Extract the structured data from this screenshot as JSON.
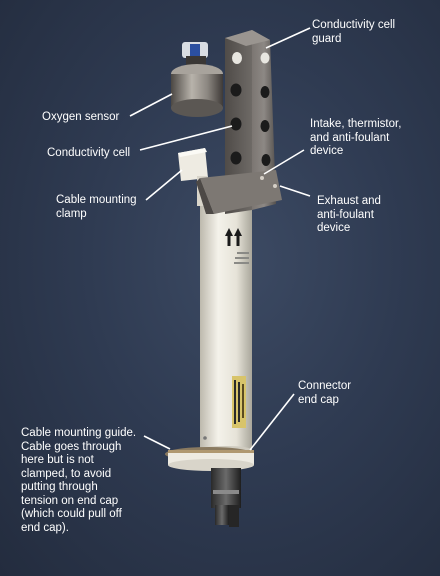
{
  "labels": {
    "conductivity_cell_guard": "Conductivity cell\nguard",
    "oxygen_sensor": "Oxygen sensor",
    "intake_thermistor": "Intake, thermistor,\nand anti-foulant\ndevice",
    "conductivity_cell": "Conductivity cell",
    "cable_mounting_clamp": "Cable mounting\nclamp",
    "exhaust": "Exhaust and\nanti-foulant\ndevice",
    "connector_end_cap": "Connector\nend cap",
    "cable_mounting_guide": "Cable mounting guide.\nCable goes through\nhere but is not\nclamped, to avoid\nputting through\ntension on end cap\n(which could pull off\nend cap)."
  },
  "colors": {
    "background": "#2f3b52",
    "label_text": "#ffffff",
    "leader_line": "#ffffff",
    "housing": "#ece9df",
    "guard_metal": "#6b6763"
  },
  "icons": {
    "instrument_photo": "sensor-instrument-photo"
  }
}
